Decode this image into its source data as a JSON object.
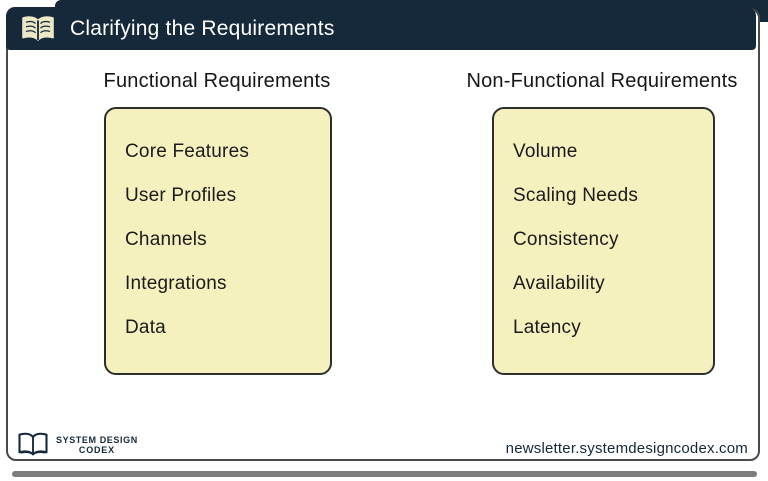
{
  "header": {
    "title": "Clarifying the Requirements",
    "icon": "open-book-icon"
  },
  "columns": [
    {
      "heading": "Functional Requirements",
      "items": [
        "Core Features",
        "User Profiles",
        "Channels",
        "Integrations",
        "Data"
      ]
    },
    {
      "heading": "Non-Functional Requirements",
      "items": [
        "Volume",
        "Scaling Needs",
        "Consistency",
        "Availability",
        "Latency"
      ]
    }
  ],
  "footer": {
    "brand_line1": "SYSTEM DESIGN",
    "brand_line2": "CODEX",
    "website": "newsletter.systemdesigncodex.com"
  },
  "colors": {
    "header_bg": "#16293a",
    "header_text": "#ffffff",
    "note_bg": "#f4f1bf",
    "note_border": "#2e2e2e",
    "body_text": "#1b1b1b",
    "card_border": "#4a4a4a",
    "drop_shadow": "#7d7d7d",
    "header_icon": "#ece7c4"
  }
}
